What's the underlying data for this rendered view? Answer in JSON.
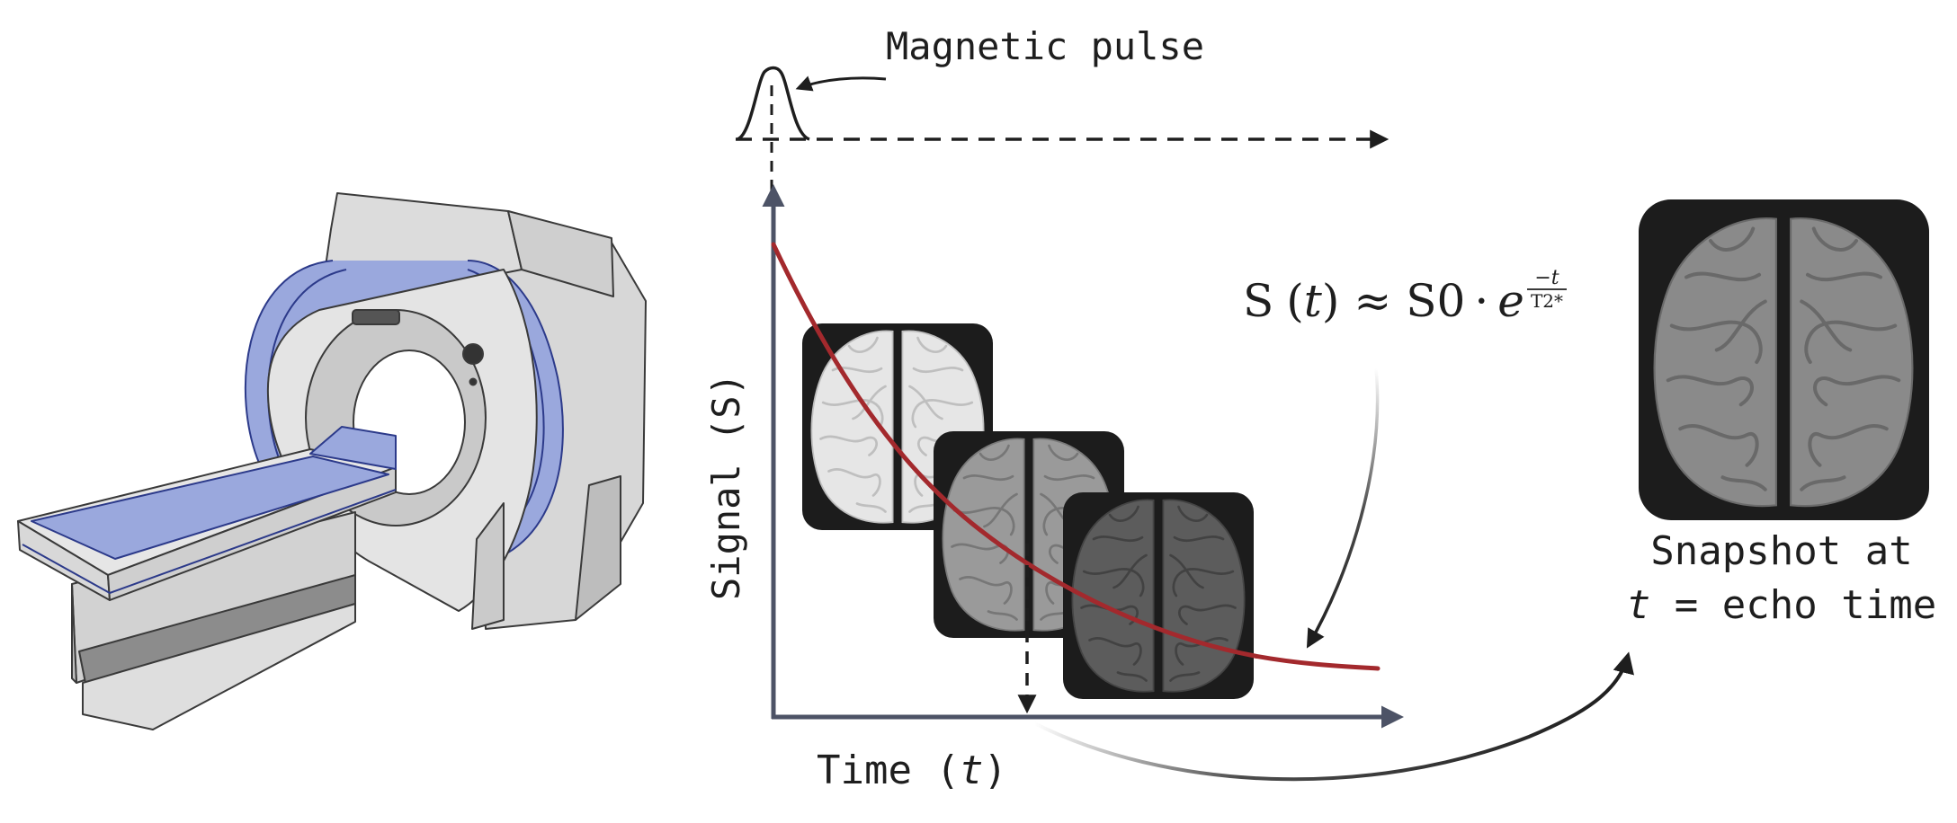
{
  "labels": {
    "pulse": "Magnetic pulse",
    "y_axis": "Signal (S)",
    "x_axis_prefix": "Time (",
    "x_axis_var": "t",
    "x_axis_suffix": ")",
    "snapshot_line1": "Snapshot at",
    "snapshot_var": "t",
    "snapshot_line2_rest": " = echo time"
  },
  "formula": {
    "lhs_s": "S",
    "lhs_open": "(",
    "lhs_t": "t",
    "lhs_close": ")",
    "approx": "≈",
    "s0": "S0",
    "dot": "·",
    "e": "e",
    "exp_num": "−t",
    "exp_den": "T2*"
  },
  "colors": {
    "axis": "#4d5366",
    "decay_curve": "#a3292d",
    "scanner_accent": "#9aa8dd",
    "tile_bg": "#1c1c1c"
  },
  "icons": [
    "mri-scanner-icon",
    "brain-scan-icon"
  ]
}
